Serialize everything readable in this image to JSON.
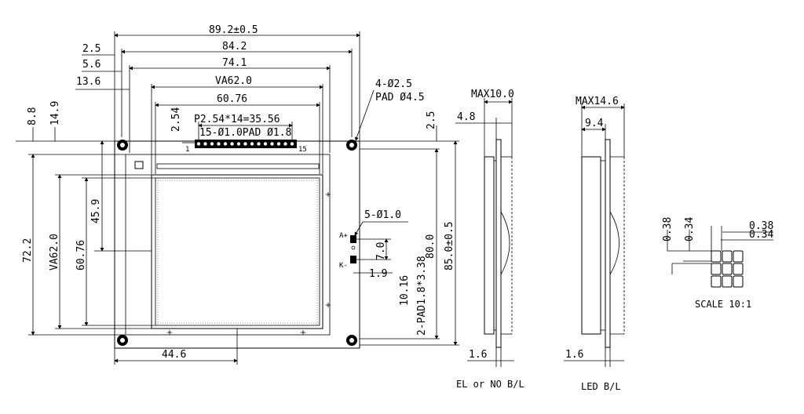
{
  "dimensions": {
    "overall_width": "89.2±0.5",
    "pcb_hole_pitch": "84.2",
    "bezel_width": "74.1",
    "offset_2_5": "2.5",
    "offset_5_6": "5.6",
    "offset_13_6": "13.6",
    "va_width": "VA62.0",
    "aa_width": "60.76",
    "offset_8_8": "8.8",
    "offset_14_9": "14.9",
    "pin_offset": "2.54",
    "pin_pitch": "P2.54*14=35.56",
    "pin_holes": "15-Ø1.0PAD Ø1.8",
    "mount_holes": "4-Ø2.5",
    "mount_pad": "PAD Ø4.5",
    "right_top_offset": "2.5",
    "offset_45_9": "45.9",
    "overall_height_left": "72.2",
    "va_height": "VA62.0",
    "aa_height": "60.76",
    "led_holes": "5-Ø1.0",
    "led_pitch": "7.0",
    "led_offset": "1.9",
    "led_pad": "2-PAD1.8*3.38",
    "led_vert": "10.16",
    "pcb_height": "80.0",
    "overall_height": "85.0±0.5",
    "bottom_offset": "44.6",
    "pin1": "1",
    "pin15": "15",
    "anode": "A+",
    "cathode": "K-"
  },
  "side_views": [
    {
      "max_label": "MAX10.0",
      "offset_label": "4.8",
      "pcb_label": "1.6",
      "caption": "EL or NO B/L"
    },
    {
      "max_label": "MAX14.6",
      "offset_label": "9.4",
      "pcb_label": "1.6",
      "caption": "LED B/L"
    }
  ],
  "detail": {
    "dim_top_1": "0.38",
    "dim_top_2": "0.34",
    "dim_left_1": "0.38",
    "dim_left_2": "0.34",
    "scale_label": "SCALE 10:1"
  }
}
